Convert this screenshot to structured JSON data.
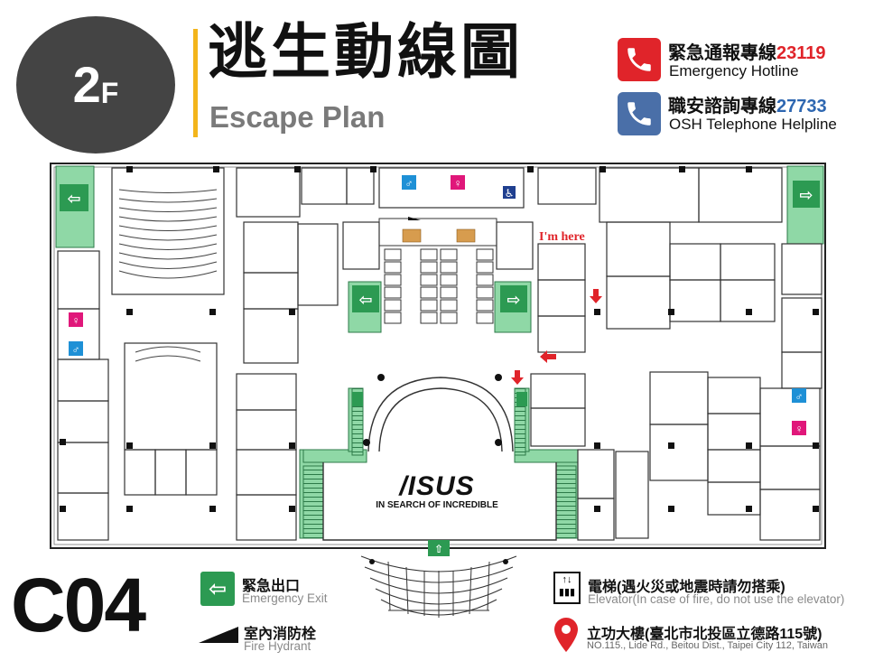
{
  "header": {
    "floor_number": "2",
    "floor_suffix": "F",
    "title_zh": "逃生動線圖",
    "title_en": "Escape Plan"
  },
  "hotlines": [
    {
      "label_zh": "緊急通報專線",
      "number": "23119",
      "label_en": "Emergency Hotline",
      "color": "#e0242a",
      "icon": "phone-icon"
    },
    {
      "label_zh": "職安諮詢專線",
      "number": "27733",
      "label_en": "OSH Telephone Helpline",
      "color": "#4a6fa8",
      "icon": "phone-icon"
    }
  ],
  "map": {
    "you_are_here": "I'm here",
    "logo_text": "/ISUS",
    "logo_tagline": "IN SEARCH OF INCREDIBLE",
    "colors": {
      "escape_route": "#8fd8a6",
      "exit_sign": "#2c9a52",
      "route_arrow": "#e0242a",
      "restroom_male": "#1e90d6",
      "restroom_female": "#e0177a",
      "accessible": "#1f3f8f"
    }
  },
  "building_code": "C04",
  "legend": {
    "exit": {
      "zh": "緊急出口",
      "en": "Emergency Exit"
    },
    "hydrant": {
      "zh": "室內消防栓",
      "en": "Fire Hydrant"
    },
    "elevator": {
      "zh": "電梯(遇火災或地震時請勿搭乘)",
      "en": "Elevator(In case of fire, do not use the elevator)"
    },
    "location": {
      "zh": "立功大樓(臺北市北投區立德路115號)",
      "en": "NO.115., Lide Rd., Beitou Dist., Taipei City 112, Taiwan"
    }
  }
}
